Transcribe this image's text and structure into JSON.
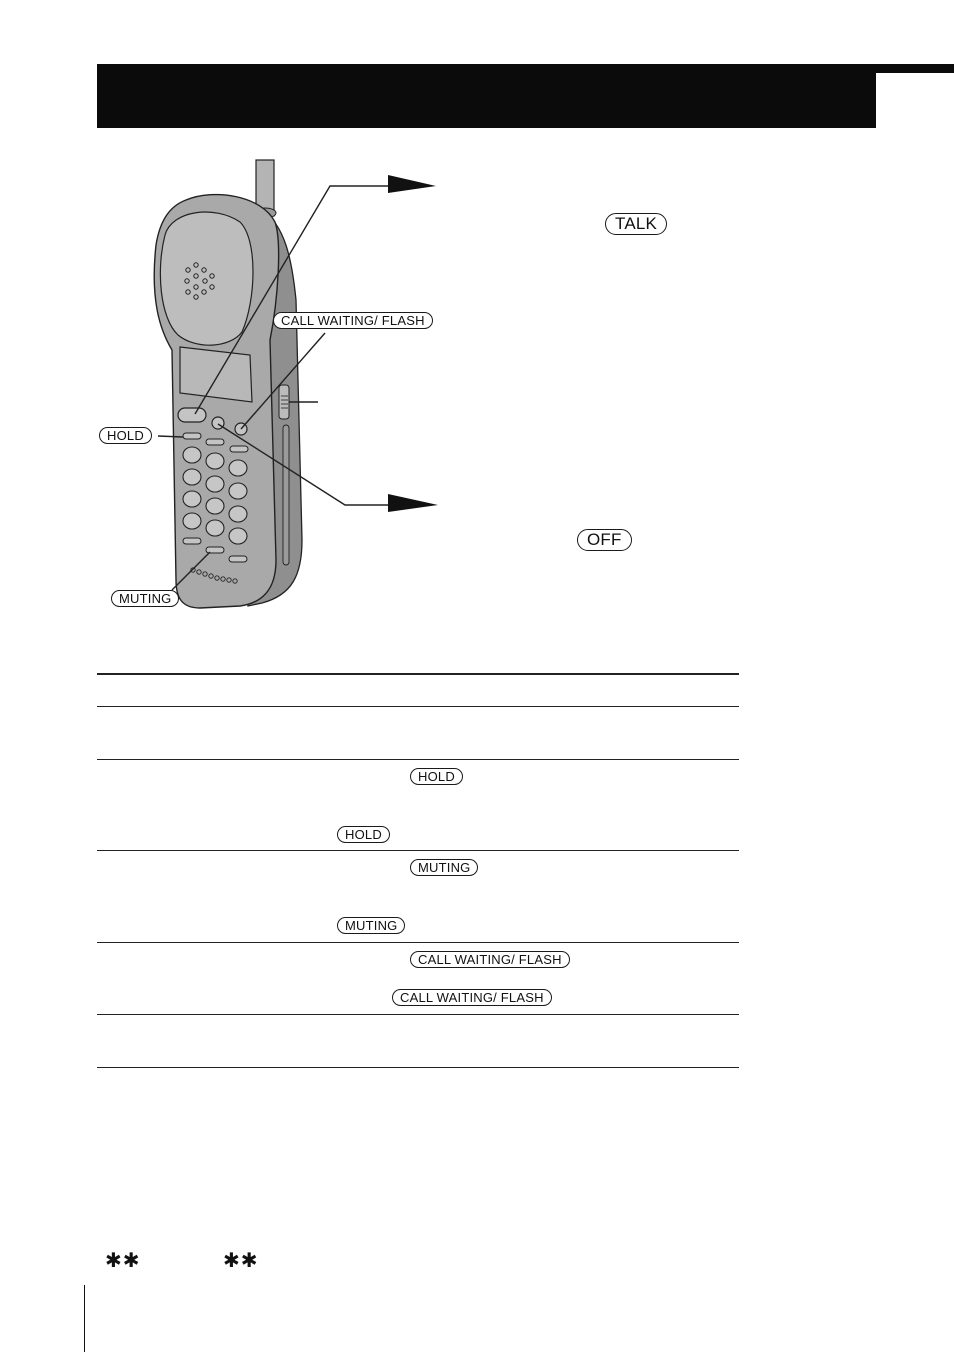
{
  "labels": {
    "talk": "TALK",
    "call_waiting_flash": "CALL WAITING/ FLASH",
    "hold": "HOLD",
    "muting": "MUTING",
    "off": "OFF"
  },
  "table": {
    "rows": [
      {
        "keys": []
      },
      {
        "keys": [
          "HOLD",
          "HOLD"
        ]
      },
      {
        "keys": [
          "MUTING",
          "MUTING"
        ]
      },
      {
        "keys": [
          "CALL WAITING/ FLASH",
          "CALL WAITING/ FLASH"
        ]
      },
      {
        "keys": []
      }
    ]
  },
  "footnote": {
    "mark1": "✱✱",
    "mark2": "✱✱"
  },
  "icons": [
    "cordless-handset-illustration",
    "arrow-icon"
  ],
  "colors": {
    "header": "#0b0b0b",
    "handset": "#a9a9a9"
  }
}
